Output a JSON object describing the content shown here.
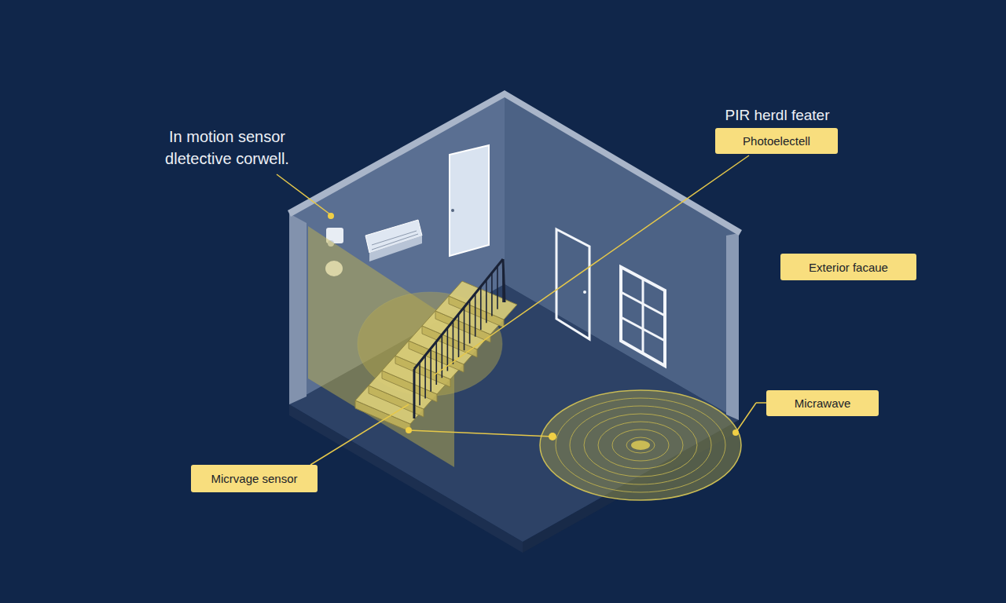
{
  "diagram": {
    "nodes": [
      {
        "text": [
          "Photoelectell"
        ]
      },
      {
        "text": [
          "Exterior facaue"
        ]
      },
      {
        "text": [
          "Micrawave"
        ]
      },
      {
        "text": [
          "Micrvage sensor"
        ]
      }
    ],
    "labels": [
      "In motion sensor dletective corwell.",
      "PIR herdl feater"
    ]
  }
}
